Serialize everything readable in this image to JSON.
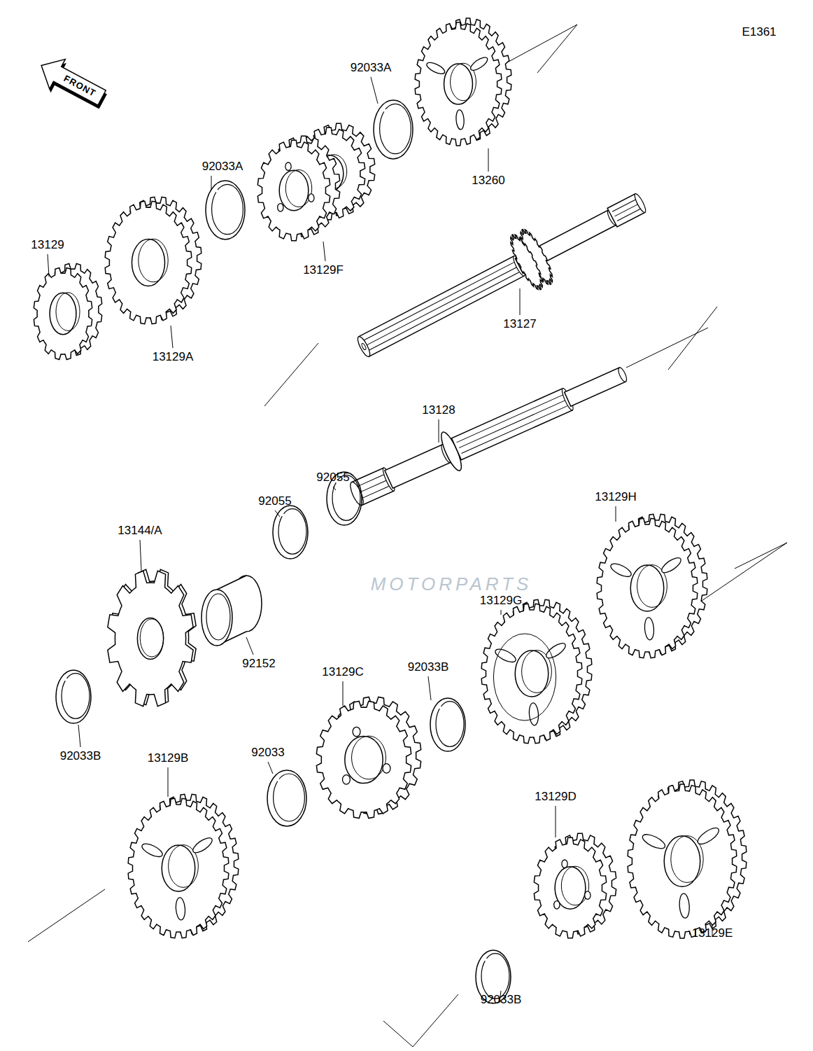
{
  "diagram": {
    "labels": [
      "E1361",
      "FRONT",
      "92033A",
      "13260",
      "92033A",
      "13129",
      "13129F",
      "13129A",
      "13127",
      "13128",
      "92055",
      "92055",
      "MOTORPARTS",
      "13129H",
      "13144/A",
      "13129G",
      "92152",
      "92033B",
      "13129C",
      "92033B",
      "13129B",
      "92033",
      "13129D",
      "13129E",
      "92033B"
    ]
  }
}
